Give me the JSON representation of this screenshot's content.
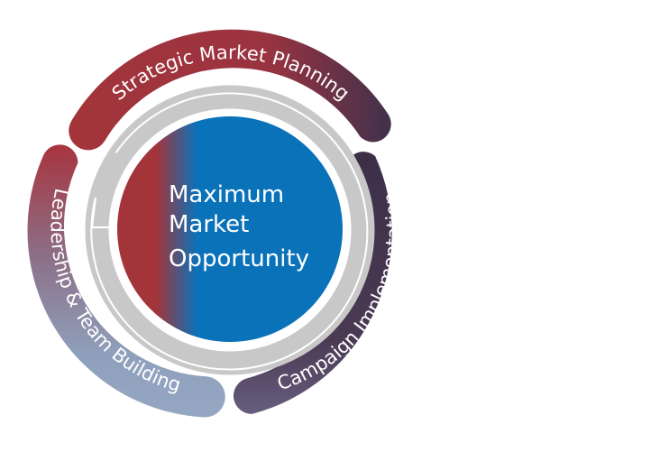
{
  "center": {
    "lines": [
      "Maximum",
      "Market",
      "Opportunity"
    ]
  },
  "segments": {
    "top": "Strategic Market Planning",
    "right": "Campaign Implementation",
    "left": "Leadership & Team Building"
  },
  "colors": {
    "red": "#a3343a",
    "blue": "#0a72b9",
    "dark_purple": "#40304a",
    "slate_blue": "#8c9fbb",
    "ring_gray": "#c8c8c8"
  }
}
